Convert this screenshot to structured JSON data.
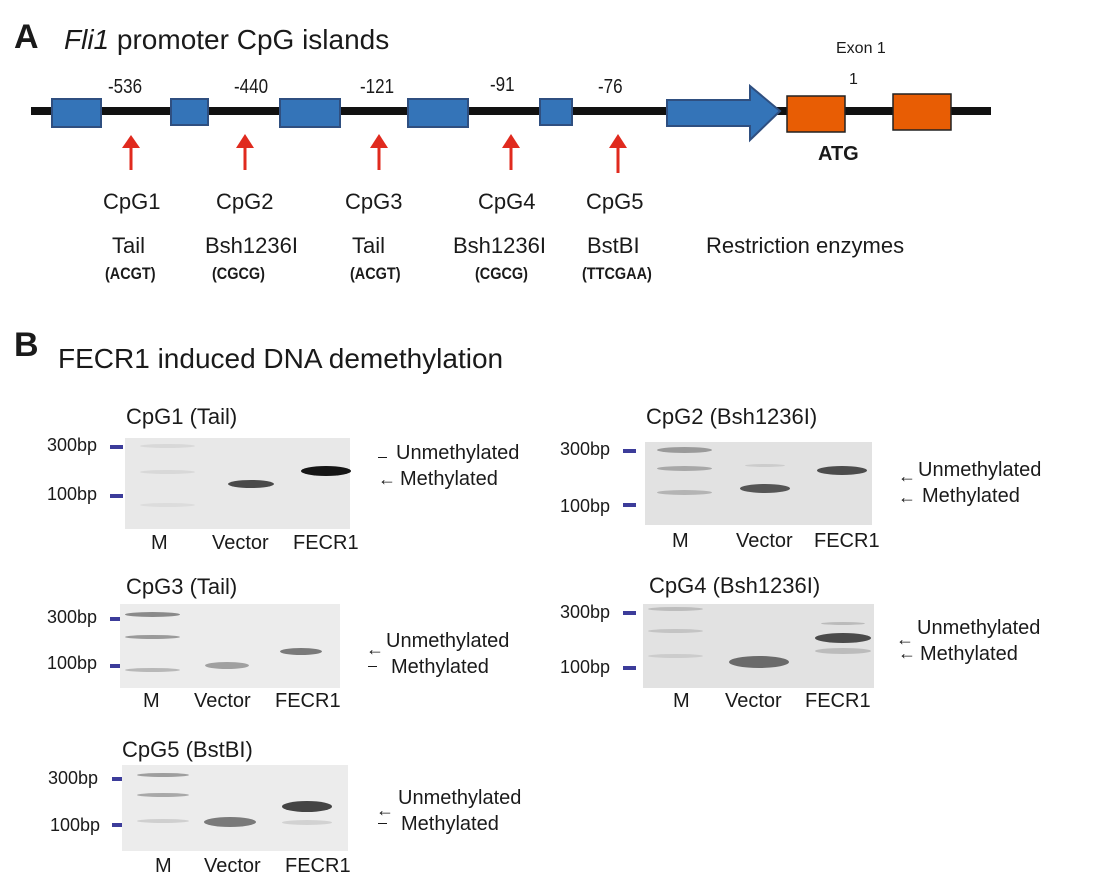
{
  "panel_a": {
    "letter": "A",
    "title_italic": "Fli1",
    "title_rest": " promoter CpG islands",
    "positions": [
      "-536",
      "-440",
      "-121",
      "-91",
      "-76"
    ],
    "exon_label": "Exon 1",
    "exon_number": "1",
    "atg_label": "ATG",
    "sites": [
      {
        "name": "CpG1",
        "enzyme": "Tail",
        "motif": "(ACGT)"
      },
      {
        "name": "CpG2",
        "enzyme": "Bsh1236I",
        "motif": "(CGCG)"
      },
      {
        "name": "CpG3",
        "enzyme": "Tail",
        "motif": "(ACGT)"
      },
      {
        "name": "CpG4",
        "enzyme": "Bsh1236I",
        "motif": "(CGCG)"
      },
      {
        "name": "CpG5",
        "enzyme": "BstBI",
        "motif": "(TTCGAA)"
      }
    ],
    "restriction_label": "Restriction enzymes",
    "colors": {
      "cpg_box": "#3474b8",
      "exon_box": "#e85d04",
      "arrow": "#e02a1e",
      "line": "#111111"
    }
  },
  "panel_b": {
    "letter": "B",
    "title": "FECR1 induced DNA demethylation",
    "ladder": {
      "top": "300bp",
      "bottom": "100bp"
    },
    "lanes": [
      "M",
      "Vector",
      "FECR1"
    ],
    "band_labels": {
      "unmethylated": "Unmethylated",
      "methylated": "Methylated"
    },
    "gels": [
      {
        "title": "CpG1 (Tail)"
      },
      {
        "title": "CpG2 (Bsh1236I)"
      },
      {
        "title": "CpG3 (Tail)"
      },
      {
        "title": "CpG4 (Bsh1236I)"
      },
      {
        "title": "CpG5 (BstBI)"
      }
    ]
  }
}
